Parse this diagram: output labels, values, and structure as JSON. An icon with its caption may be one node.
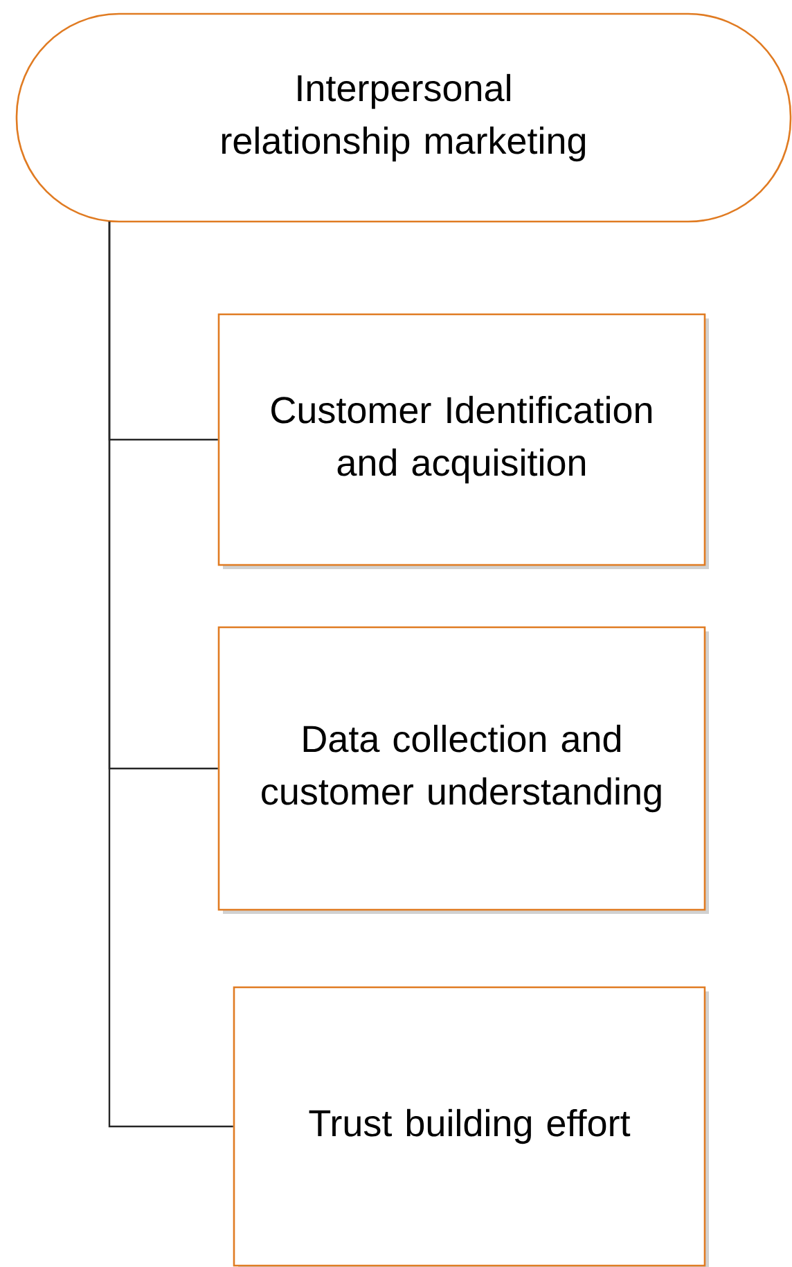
{
  "diagram": {
    "nodes": [
      {
        "text": [
          "Interpersonal relationship marketing"
        ]
      },
      {
        "text": [
          "Customer Identification and acquisition"
        ]
      },
      {
        "text": [
          "Data collection and customer understanding"
        ]
      },
      {
        "text": [
          "Trust building effort"
        ]
      }
    ],
    "edges": [
      {
        "from": 0,
        "to": 1,
        "arrow": "none"
      },
      {
        "from": 0,
        "to": 2,
        "arrow": "none"
      },
      {
        "from": 0,
        "to": 3,
        "arrow": "none"
      }
    ]
  }
}
